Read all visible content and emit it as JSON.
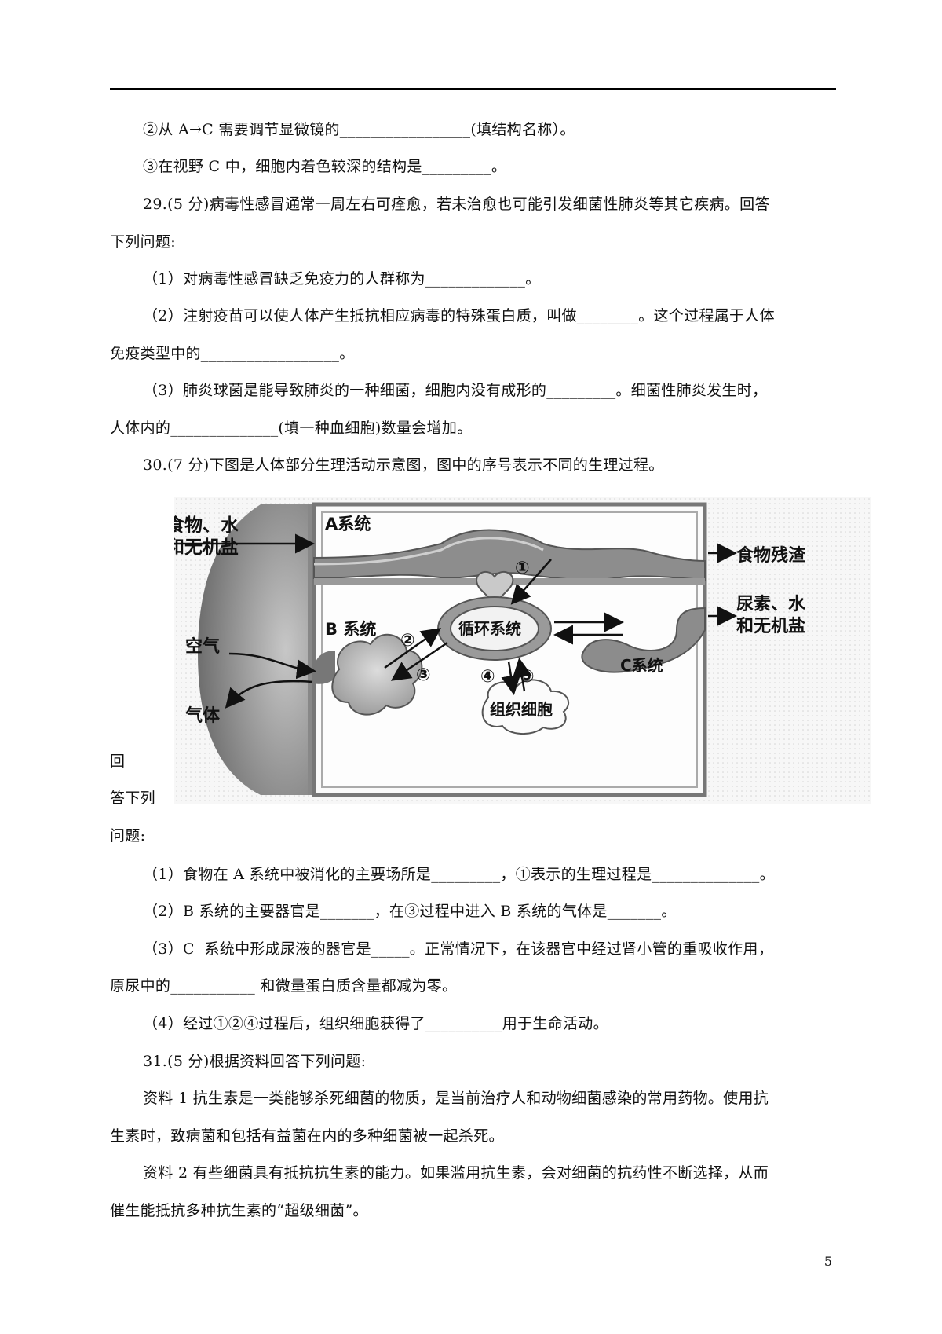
{
  "lines": {
    "l01": "②从 A→C 需要调节显微镜的_________________(填结构名称）。",
    "l02": "③在视野 C 中，细胞内着色较深的结构是_________。",
    "l03": "29.(5 分)病毒性感冒通常一周左右可痊愈，若未治愈也可能引发细菌性肺炎等其它疾病。回答",
    "l04": "下列问题:",
    "l05": "（1）对病毒性感冒缺乏免疫力的人群称为_____________。",
    "l06": "（2）注射疫苗可以使人体产生抵抗相应病毒的特殊蛋白质，叫做________。这个过程属于人体",
    "l07": "免疫类型中的__________________。",
    "l08": "（3）肺炎球菌是能导致肺炎的一种细菌，细胞内没有成形的_________。细菌性肺炎发生时，",
    "l09": "人体内的______________(填一种血细胞)数量会增加。",
    "l10": "30.(7 分)下图是人体部分生理活动示意图，图中的序号表示不同的生理过程。",
    "l11": "回",
    "l12": "答下列",
    "l13": "问题:",
    "l14": "（1）食物在 A 系统中被消化的主要场所是_________，①表示的生理过程是______________。",
    "l15": "（2）B 系统的主要器官是_______，在③过程中进入 B 系统的气体是_______。",
    "l16": "（3）C  系统中形成尿液的器官是_____。正常情况下，在该器官中经过肾小管的重吸收作用，",
    "l17": "原尿中的___________ 和微量蛋白质含量都减为零。",
    "l18": "（4）经过①②④过程后，组织细胞获得了__________用于生命活动。",
    "l19": "31.(5 分)根据资料回答下列问题:",
    "l20": "资料 1 抗生素是一类能够杀死细菌的物质，是当前治疗人和动物细菌感染的常用药物。使用抗",
    "l21": "生素时，致病菌和包括有益菌在内的多种细菌被一起杀死。",
    "l22": "资料 2 有些细菌具有抵抗抗生素的能力。如果滥用抗生素，会对细菌的抗药性不断选择，从而",
    "l23": "催生能抵抗多种抗生素的“超级细菌”。"
  },
  "figure": {
    "a_system": "A系统",
    "food_input_1": "食物、水",
    "food_input_2": "和无机盐",
    "food_residue": "食物残渣",
    "urea_1": "尿素、水",
    "urea_2": "和无机盐",
    "b_system": "B 系统",
    "air": "空气",
    "gas": "气体",
    "circulatory": "循环系统",
    "c_system": "C系统",
    "tissue_cells": "组织细胞",
    "n1": "①",
    "n2": "②",
    "n3": "③",
    "n4": "④",
    "n5": "⑤"
  },
  "page_number": "5"
}
